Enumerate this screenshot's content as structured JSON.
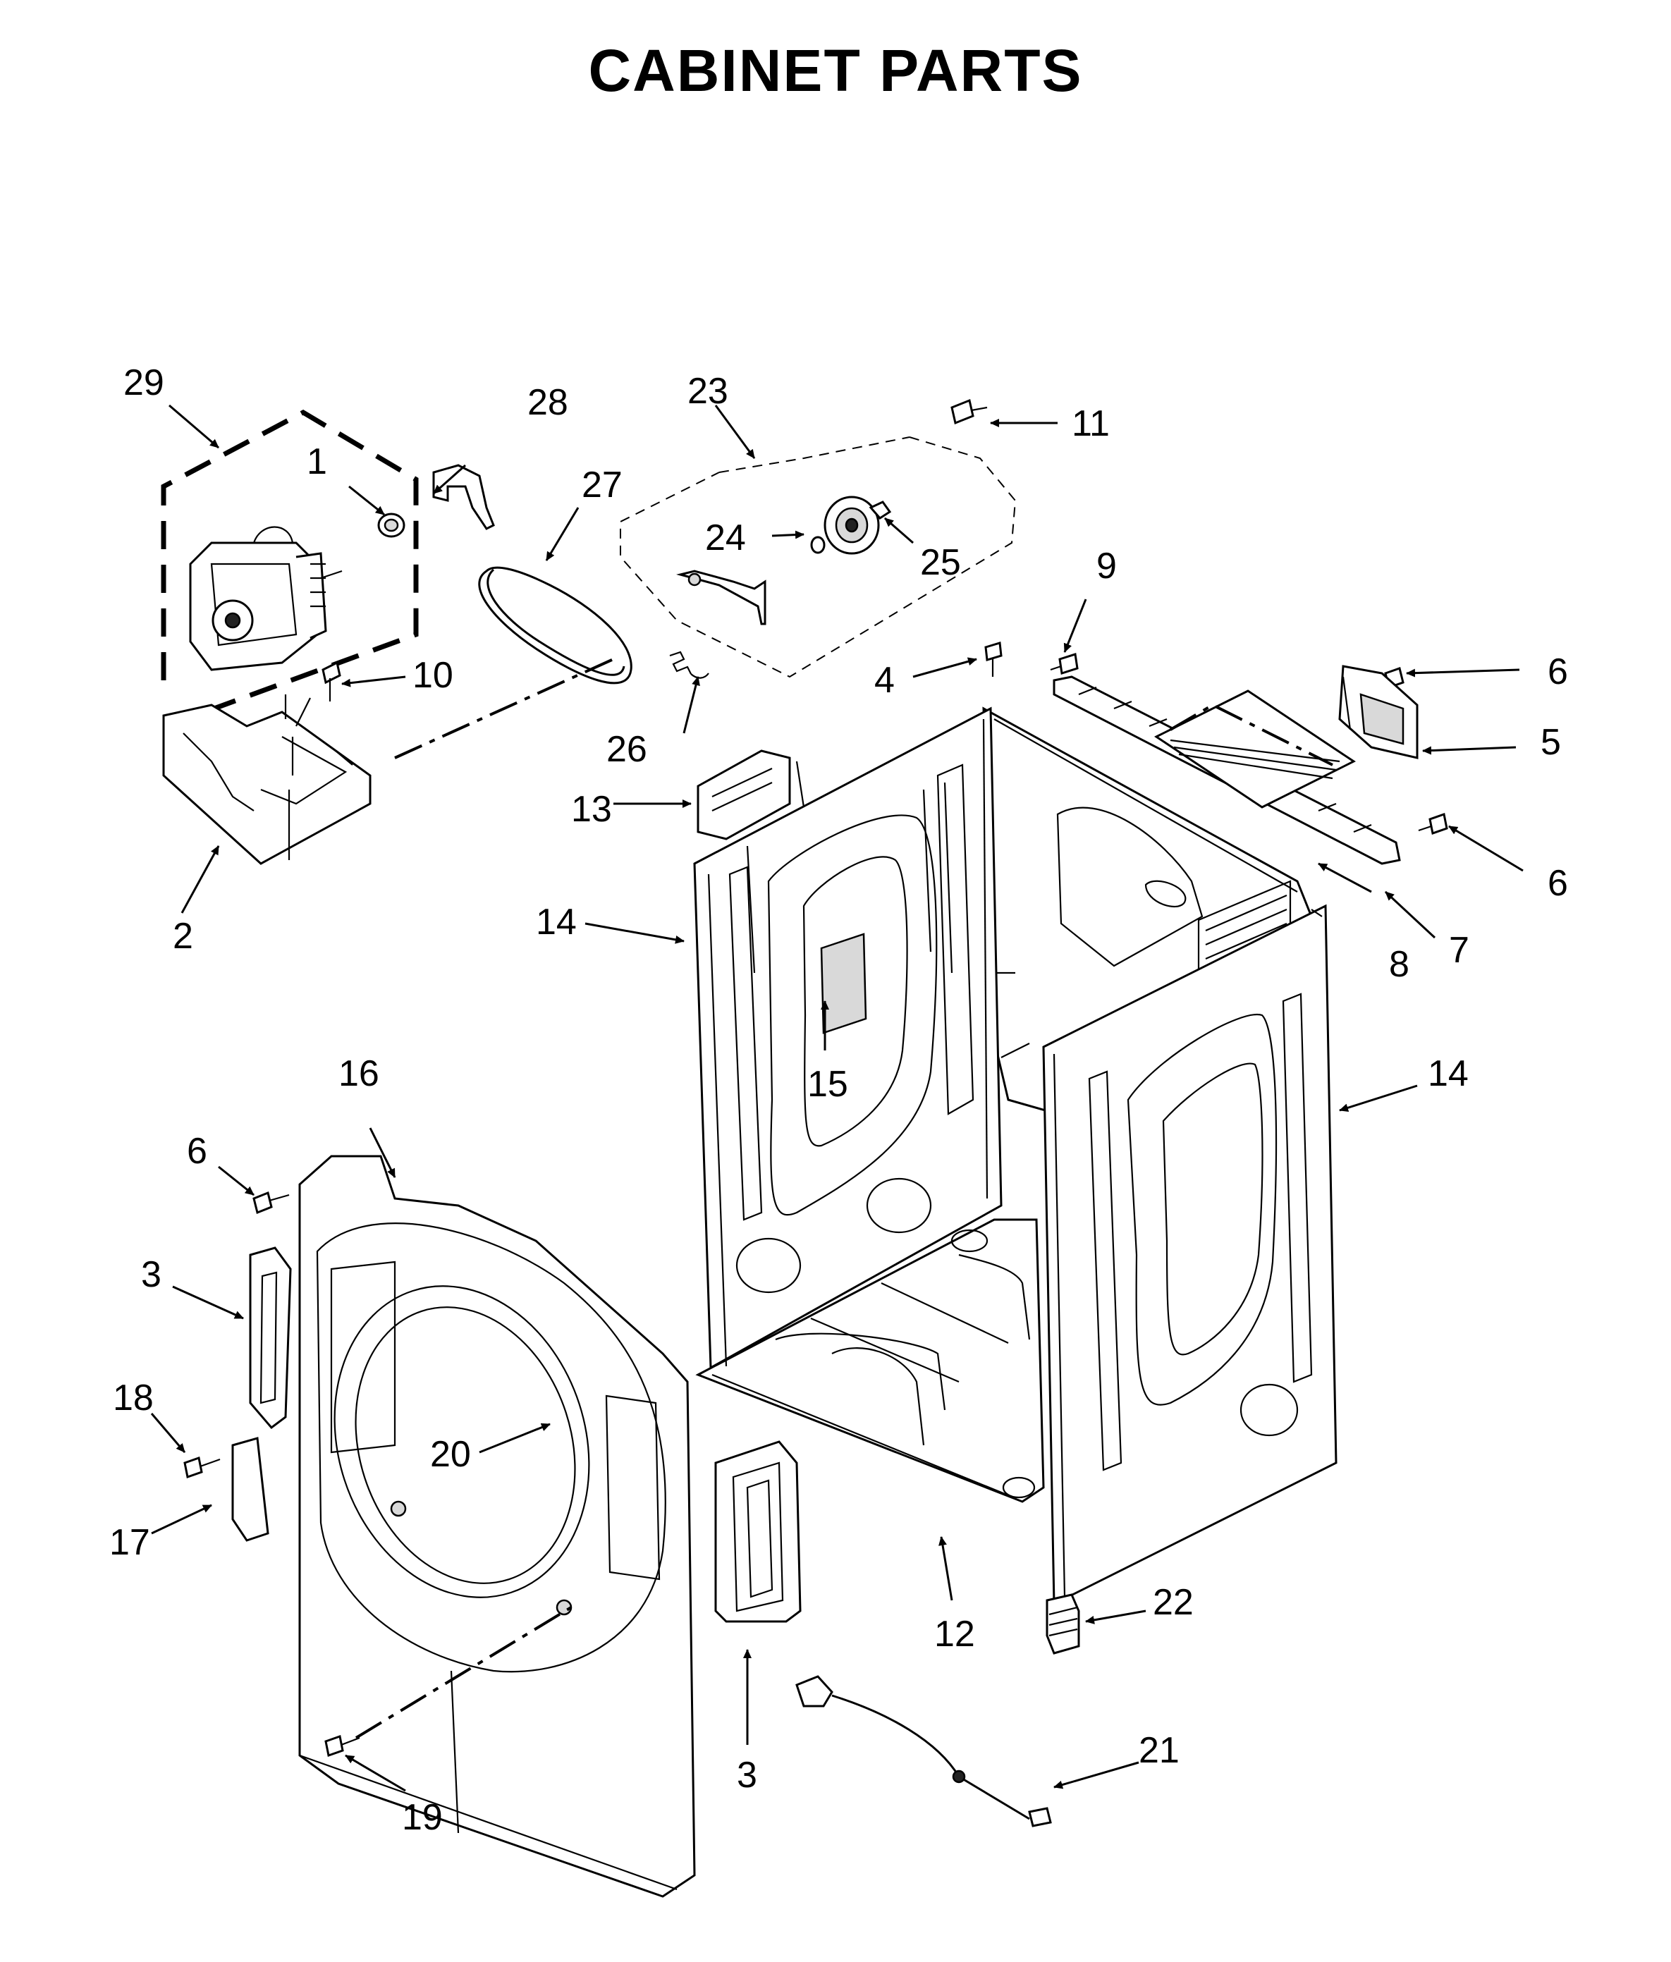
{
  "title": "CABINET PARTS",
  "callouts": [
    "1",
    "2",
    "3",
    "4",
    "5",
    "6",
    "7",
    "8",
    "9",
    "10",
    "11",
    "12",
    "13",
    "14",
    "15",
    "16",
    "17",
    "18",
    "19",
    "20",
    "21",
    "22",
    "23",
    "24",
    "25",
    "26",
    "27",
    "28",
    "29"
  ]
}
